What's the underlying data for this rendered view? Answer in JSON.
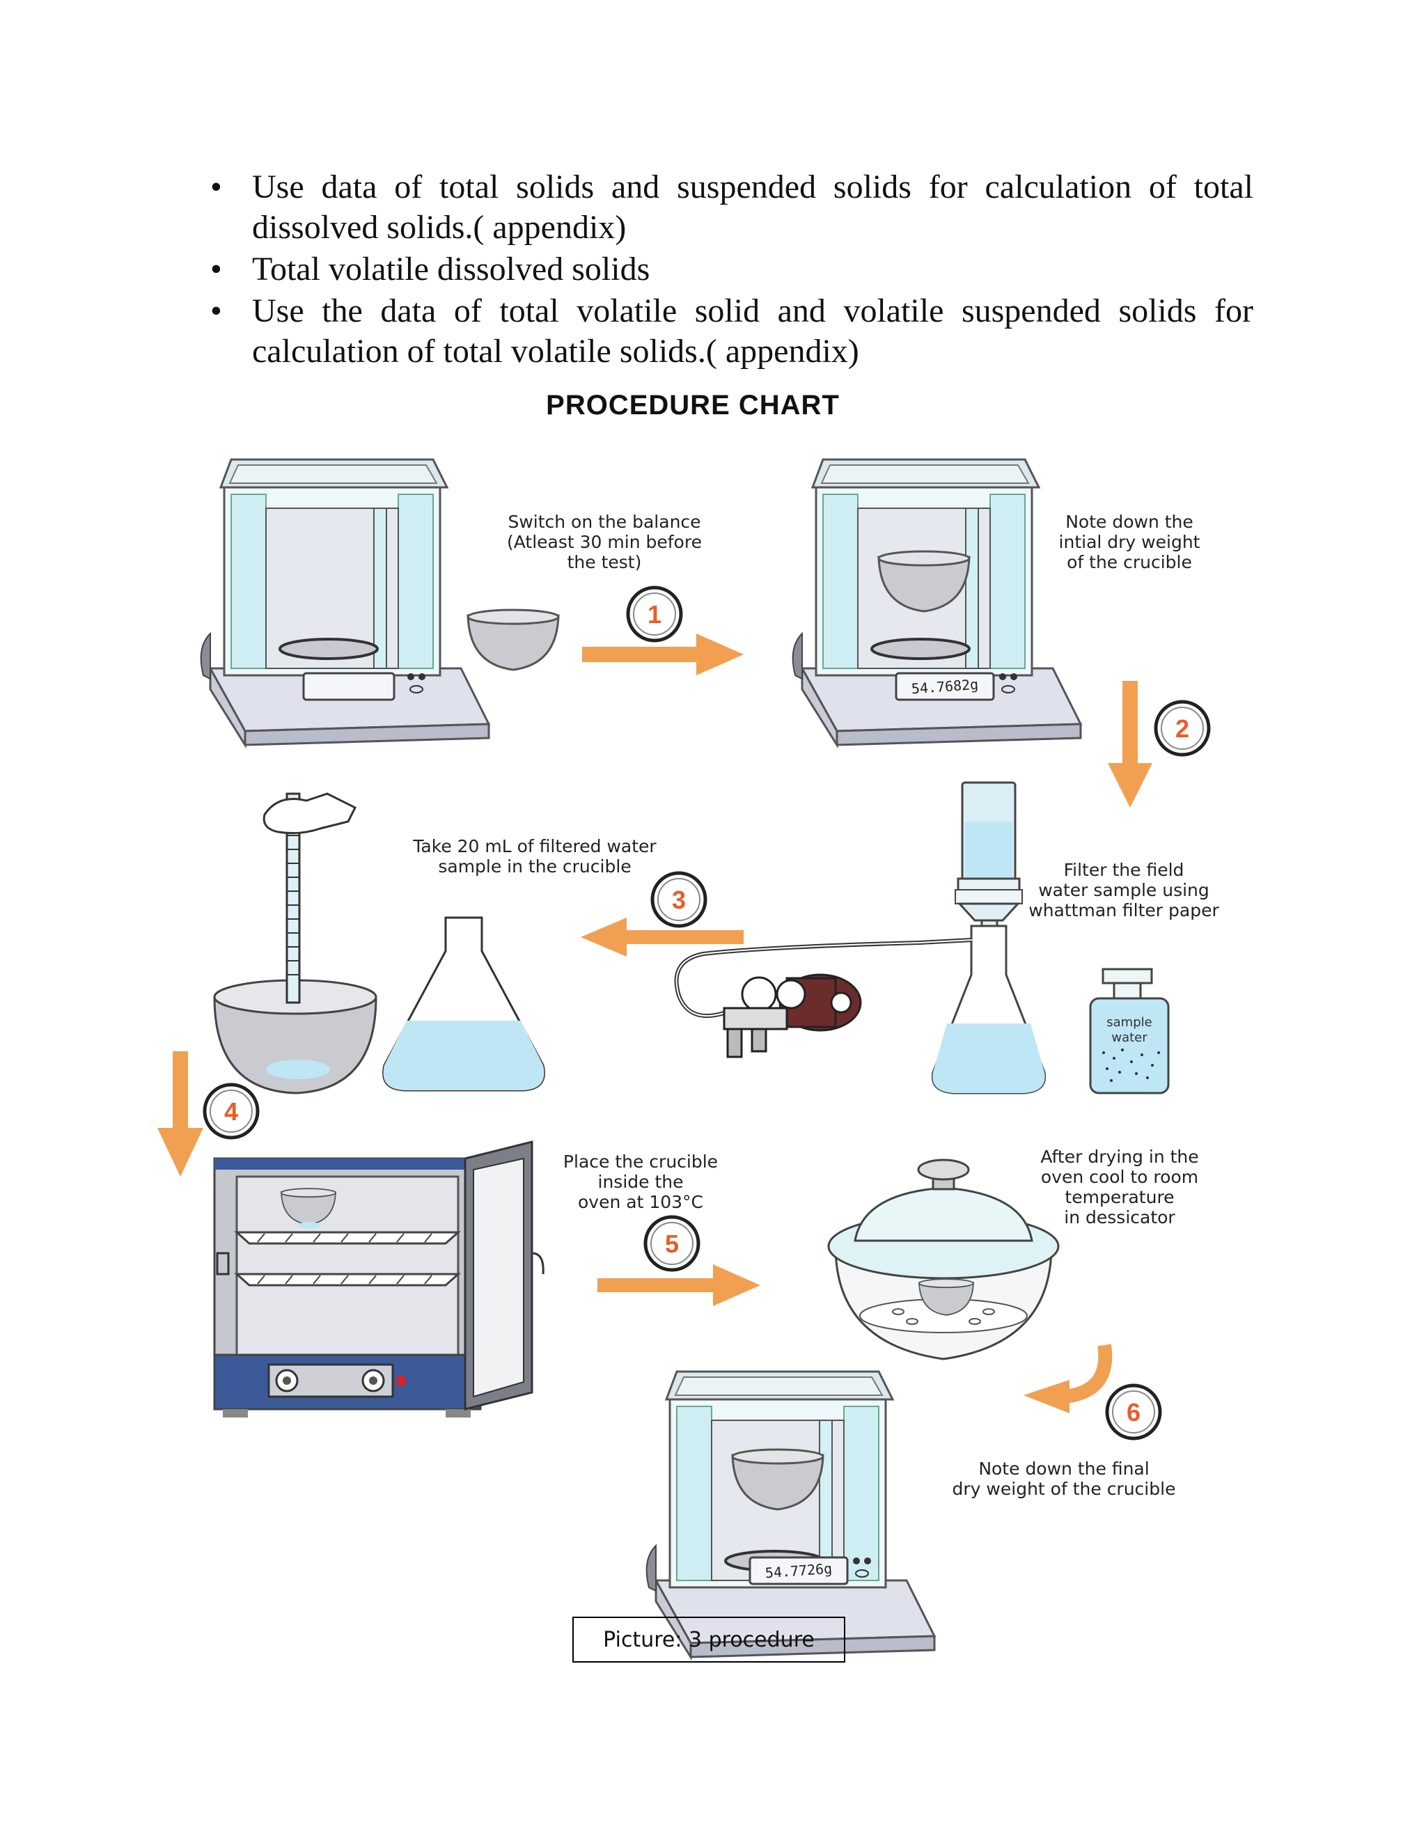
{
  "bullets": [
    "Use data of total solids and suspended solids for calculation of total dissolved solids.( appendix)",
    "Total volatile dissolved solids",
    "Use the data of total volatile solid and volatile suspended solids for calculation of total volatile solids.( appendix)"
  ],
  "chart_title": "PROCEDURE CHART",
  "steps": {
    "s1": {
      "num": "1",
      "lines": [
        "Switch on the balance",
        "(Atleast 30 min before",
        "the test)"
      ]
    },
    "s2": {
      "num": "2",
      "lines": [
        "Note down the",
        "intial dry weight",
        "of the crucible"
      ]
    },
    "s3": {
      "num": "3",
      "lines": [
        "Take 20 mL of filtered water",
        "sample in the crucible"
      ]
    },
    "filter": {
      "lines": [
        "Filter the field",
        "water sample using",
        "whattman filter paper"
      ]
    },
    "s4": {
      "num": "4"
    },
    "s5": {
      "num": "5",
      "lines": [
        "Place the crucible",
        "inside the",
        "oven at 103°C"
      ]
    },
    "s6": {
      "num": "6",
      "lines": [
        "After drying in the",
        "oven cool to room",
        "temperature",
        "in dessicator"
      ]
    },
    "final": {
      "lines": [
        "Note down the final",
        "dry weight of the crucible"
      ]
    }
  },
  "displays": {
    "initial": "54.7682g",
    "final": "54.7726g"
  },
  "bottle_label": [
    "sample",
    "water"
  ],
  "caption": "Picture: 3 procedure",
  "colors": {
    "arrow": "#f0a050",
    "arrow_dark": "#e88a35",
    "number": "#e85d2a",
    "glass": "#dff3f6",
    "water": "#bfe6f5",
    "oven": "#3c5a99"
  }
}
